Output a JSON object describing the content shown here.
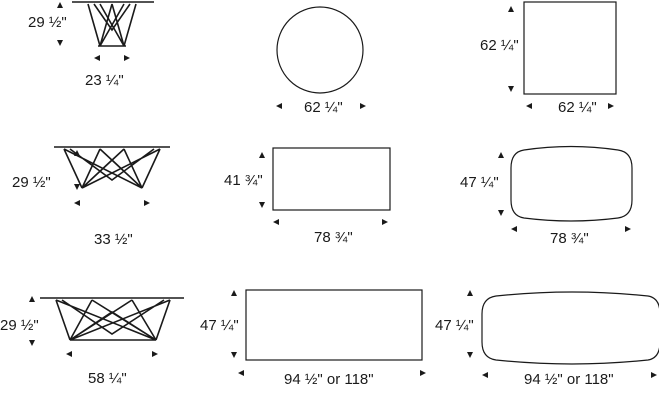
{
  "labels": {
    "r1_side_h": "29 ½\"",
    "r1_side_w": "23 ¼\"",
    "r1_round_w": "62 ¼\"",
    "r1_square_h": "62 ¼\"",
    "r1_square_w": "62 ¼\"",
    "r2_side_h": "29 ½\"",
    "r2_side_w": "33 ½\"",
    "r2_rect_h": "41 ¾\"",
    "r2_rect_w": "78 ¾\"",
    "r2_barrel_h": "47 ¼\"",
    "r2_barrel_w": "78 ¾\"",
    "r3_side_h": "29 ½\"",
    "r3_side_w": "58 ¼\"",
    "r3_rect_h": "47 ¼\"",
    "r3_rect_w": "94  ½\" or 118\"",
    "r3_barrel_h": "47 ¼\"",
    "r3_barrel_w": "94  ½\" or 118\""
  }
}
